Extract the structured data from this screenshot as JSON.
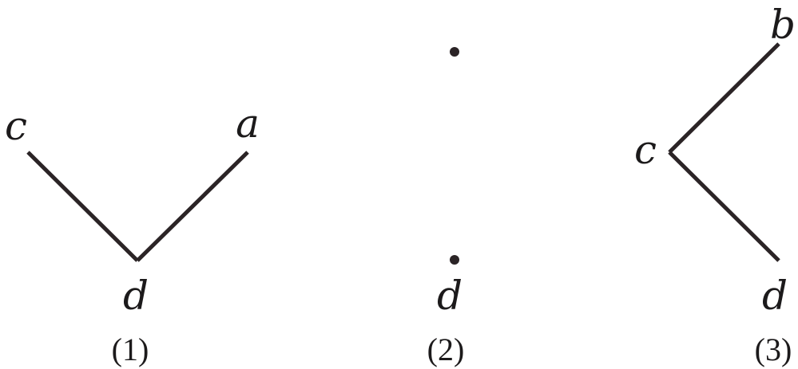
{
  "figures": [
    {
      "caption": "(1)",
      "vertices": [
        "c",
        "a",
        "d"
      ],
      "edges": [
        [
          "c",
          "d"
        ],
        [
          "a",
          "d"
        ]
      ]
    },
    {
      "caption": "(2)",
      "vertices": [
        "",
        "d"
      ],
      "edges": []
    },
    {
      "caption": "(3)",
      "vertices": [
        "b",
        "c",
        "d"
      ],
      "edges": [
        [
          "b",
          "c"
        ],
        [
          "c",
          "d"
        ]
      ]
    }
  ],
  "colors": {
    "stroke": "#2b2426",
    "text": "#1c1a1b",
    "background": "#ffffff"
  }
}
